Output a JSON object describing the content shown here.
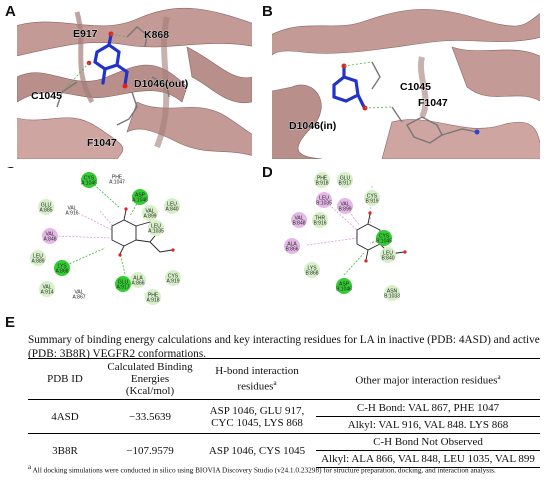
{
  "panels": {
    "a": {
      "label": "A",
      "residues": [
        "E917",
        "K868",
        "C1045",
        "D1046(out)",
        "F1047"
      ]
    },
    "b": {
      "label": "B",
      "residues": [
        "C1045",
        "F1047",
        "D1046(in)"
      ]
    },
    "c": {
      "label": "C",
      "nodes": [
        "CYS A:1045",
        "PHE A:1047",
        "GLU A:885",
        "VAL A:916",
        "ASP A:1046",
        "VAL A:899",
        "LEU A:840",
        "LEU A:1035",
        "VAL A:848",
        "LEU A:889",
        "LYS A:868",
        "ALA A:866",
        "CYS A:919",
        "VAL A:914",
        "VAL A:867",
        "GLU A:917",
        "PHE A:918"
      ]
    },
    "d": {
      "label": "D",
      "nodes": [
        "PHE B:918",
        "GLU B:917",
        "LEU B:1035",
        "VAL B:899",
        "CYS B:919",
        "VAL B:848",
        "THR B:916",
        "ALA B:866",
        "CYS B:1045",
        "LEU B:840",
        "LYS B:868",
        "ASP B:1046",
        "ASN B:1033"
      ]
    },
    "e": {
      "label": "E"
    }
  },
  "caption": "Summary of binding energy calculations and key interacting residues for LA in inactive (PDB: 4ASD) and active (PDB: 3B8R) VEGFR2 conformations.",
  "table": {
    "headers": [
      "PDB ID",
      "Calculated Binding Energies (Kcal/mol)",
      "H-bond interaction residues",
      "Other major interaction residues"
    ],
    "header_sup": "a",
    "rows": [
      {
        "pdb": "4ASD",
        "energy": "−33.5639",
        "hbond": "ASP 1046, GLU 917, CYC 1045, LYS 868",
        "other1": "C-H Bond: VAL 867, PHE 1047",
        "other2": "Alkyl: VAL 916, VAL 848. LYS 868"
      },
      {
        "pdb": "3B8R",
        "energy": "−107.9579",
        "hbond": "ASP 1046, CYS 1045",
        "other1": "C-H Bond Not Observed",
        "other2": "Alkyl: ALA 866, VAL 848, LEU 1035, VAL 899"
      }
    ]
  },
  "footnote_sup": "a",
  "footnote": "All docking simulations were conducted in silico using BIOVIA Discovery Studio (v24.1.0.23298) for structure preparation, docking, and interaction analysis.",
  "colors": {
    "ribbon": "#c49a96",
    "ligand": "#2233cc",
    "hbond_node": "#33cc33",
    "alkyl_node": "#e6b8e8",
    "vdw_node": "#d6f0c8"
  }
}
